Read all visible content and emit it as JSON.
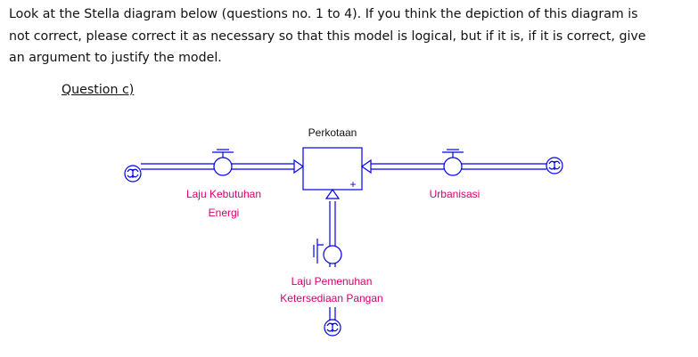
{
  "instructions": {
    "line1": "Look at the Stella diagram below (questions no. 1 to 4). If you think the depiction of this diagram is",
    "line2": "not correct, please correct it as necessary so that this model is logical, but if it is, if it is correct, give",
    "line3": "an argument to justify the model."
  },
  "question_label": "Question c)",
  "diagram": {
    "stock_label": "Perkotaan",
    "inflow_left": {
      "line1": "Laju Kebutuhan",
      "line2": "Energi"
    },
    "inflow_right": {
      "line1": "Urbanisasi"
    },
    "inflow_bottom": {
      "line1": "Laju Pemenuhan",
      "line2": "Ketersediaan Pangan"
    },
    "stock_sign": "+",
    "colors": {
      "flow": "#0000ee",
      "label": "#d4006e",
      "text": "#111111"
    }
  }
}
